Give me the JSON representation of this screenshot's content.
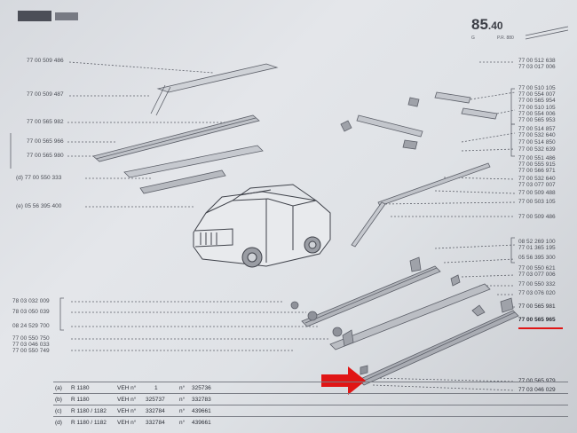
{
  "header": {
    "page_number": "85",
    "page_number_sub": ".40",
    "subtitle_left": "G",
    "subtitle_right": "P.R. 880"
  },
  "left_refs": [
    {
      "code": "77 00 509 486"
    },
    {
      "code": "77 00 509 487"
    },
    {
      "code": "77 00 565 982"
    },
    {
      "code": "77 00 565 966"
    },
    {
      "code": "77 00 565 980"
    },
    {
      "code": "(d)  77 00 550 333"
    },
    {
      "code": "(e)  05 56 395 400"
    },
    {
      "code": "78 03 032 009"
    },
    {
      "code": "78 03 050 039"
    },
    {
      "code": "08 24 529 700"
    },
    {
      "code": "77 00 550 750"
    },
    {
      "code": "77 03 046 033"
    },
    {
      "code": "77 00 550 749"
    }
  ],
  "right_refs": [
    {
      "code": "77 00 512 638"
    },
    {
      "code": "77 03 017 006"
    },
    {
      "code": "77 00 510 105"
    },
    {
      "code": "77 00 554 007"
    },
    {
      "code": "77 00 565 954"
    },
    {
      "code": "77 00 510 105"
    },
    {
      "code": "77 00 554 006"
    },
    {
      "code": "77 00 565 953"
    },
    {
      "code": "77 00 514 857"
    },
    {
      "code": "77 00 532 640"
    },
    {
      "code": "77 00 514 850"
    },
    {
      "code": "77 00 532 639"
    },
    {
      "code": "77 00 551 486"
    },
    {
      "code": "77 00 555 915"
    },
    {
      "code": "77 00 566 971"
    },
    {
      "code": "77 00 532 640"
    },
    {
      "code": "77 03 077 007"
    },
    {
      "code": "77 00 509 488"
    },
    {
      "code": "77 00 503 105"
    },
    {
      "code": "77 00 509 486"
    },
    {
      "code": "08 52 269 100"
    },
    {
      "code": "77 01 365 195"
    },
    {
      "code": "05 56 395 300"
    },
    {
      "code": "77 00 550 621"
    },
    {
      "code": "77 03 077 006"
    },
    {
      "code": "77 00 550 332"
    },
    {
      "code": "77 03 076 020"
    },
    {
      "code": "77 00 565 981"
    },
    {
      "code": "77 00 565 965"
    },
    {
      "code": "77 00 565 979"
    },
    {
      "code": "77 03 046 029"
    }
  ],
  "table_rows": [
    {
      "mark": "(a)",
      "model": "R 1180",
      "ven": "VEH n°",
      "from": "1",
      "to": "n°",
      "value": "325736"
    },
    {
      "mark": "(b)",
      "model": "R 1180",
      "ven": "VEH n°",
      "from": "325737",
      "to": "n°",
      "value": "332783"
    },
    {
      "mark": "(c)",
      "model": "R 1180 / 1182",
      "ven": "VEH n°",
      "from": "332784",
      "to": "n°",
      "value": "439661"
    },
    {
      "mark": "(d)",
      "model": "R 1180 / 1182",
      "ven": "VEH n°",
      "from": "332784",
      "to": "n°",
      "value": "439661"
    }
  ],
  "colors": {
    "paper": "#dfe2e6",
    "ink": "#3b3e46",
    "highlight": "#e01515"
  },
  "icons": [
    "red-arrow-icon"
  ]
}
